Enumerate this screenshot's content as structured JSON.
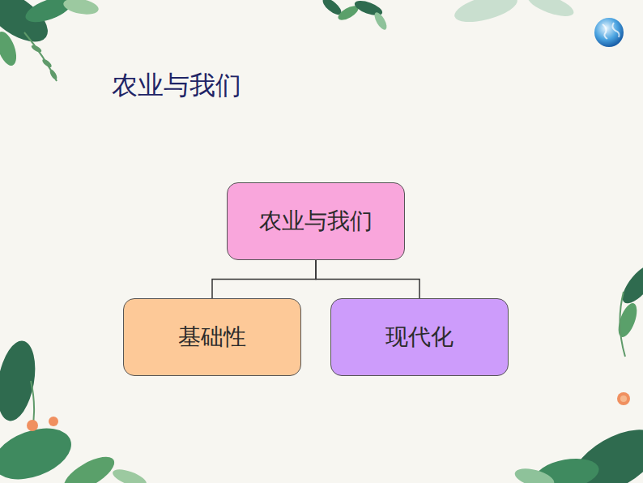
{
  "diagram": {
    "title": "农业与我们",
    "nodes": [
      {
        "text": [
          "农业与我们"
        ]
      },
      {
        "text": [
          "基础性"
        ]
      },
      {
        "text": [
          "现代化"
        ]
      }
    ],
    "edges": [
      {
        "from": 0,
        "to": 1,
        "arrow": "none"
      },
      {
        "from": 0,
        "to": 2,
        "arrow": "none"
      }
    ]
  }
}
